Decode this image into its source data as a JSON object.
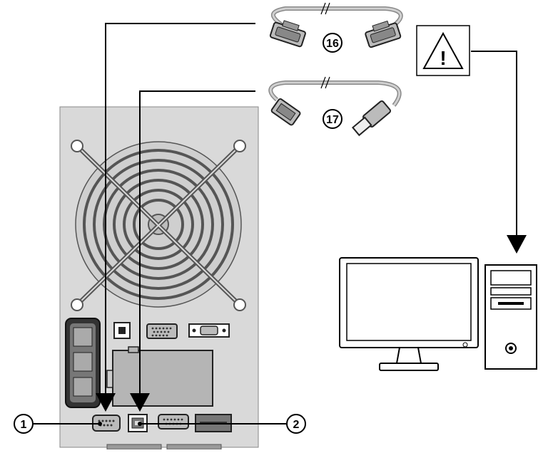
{
  "callouts": {
    "serial_cable": "16",
    "usb_cable": "17",
    "serial_port": "1",
    "usb_port": "2"
  },
  "warning": {
    "glyph": "!",
    "icon": "warning-triangle-icon"
  },
  "colors": {
    "ups_panel": "#d9d9d9",
    "fan_ring": "#bdbdbd",
    "line": "#000000",
    "cable": "#c8c8c8"
  }
}
